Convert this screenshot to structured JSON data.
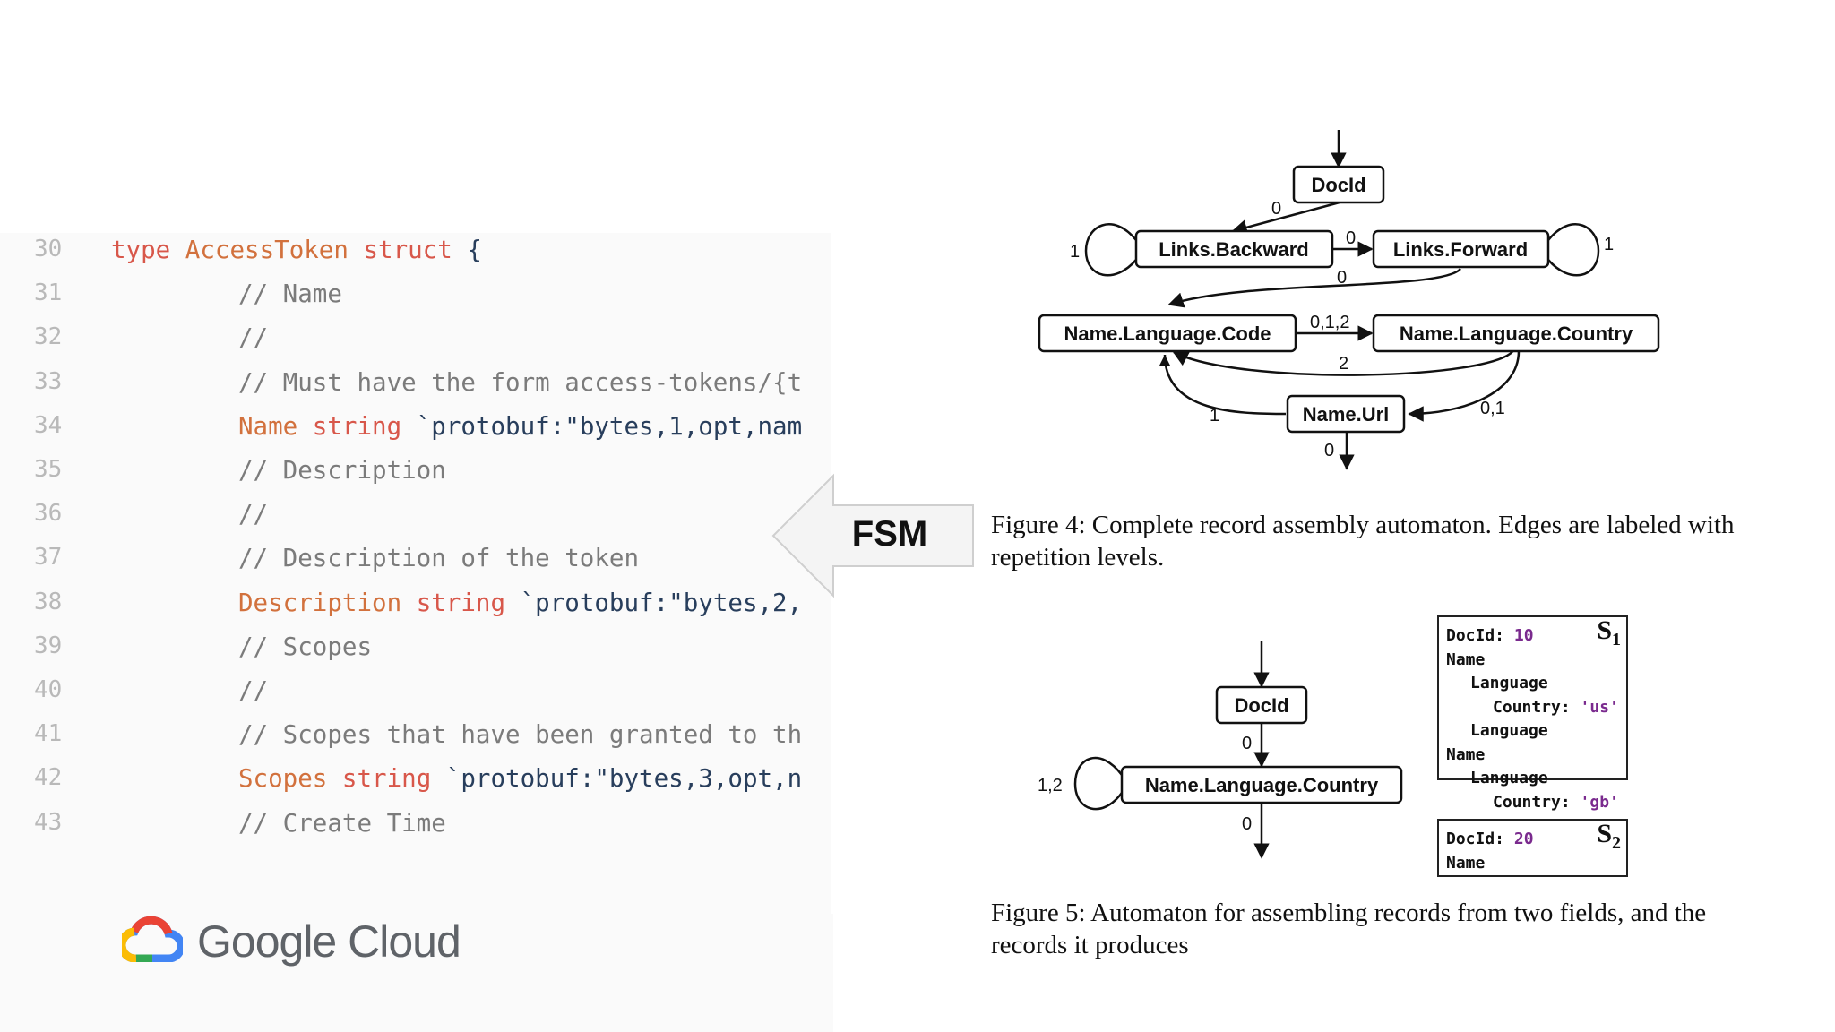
{
  "code": {
    "lines": [
      {
        "num": "30",
        "indent": 0,
        "parts": [
          {
            "c": "kw",
            "t": "type "
          },
          {
            "c": "ty",
            "t": "AccessToken "
          },
          {
            "c": "kw",
            "t": "struct"
          },
          {
            "c": "str",
            "t": " {"
          }
        ]
      },
      {
        "num": "31",
        "indent": 1,
        "parts": [
          {
            "c": "cm",
            "t": "// Name"
          }
        ]
      },
      {
        "num": "32",
        "indent": 1,
        "parts": [
          {
            "c": "cm",
            "t": "//"
          }
        ]
      },
      {
        "num": "33",
        "indent": 1,
        "parts": [
          {
            "c": "cm",
            "t": "// Must have the form access-tokens/{t"
          }
        ]
      },
      {
        "num": "34",
        "indent": 1,
        "parts": [
          {
            "c": "fld",
            "t": "Name "
          },
          {
            "c": "kw",
            "t": "string "
          },
          {
            "c": "str",
            "t": "`protobuf:\"bytes,1,opt,nam"
          }
        ]
      },
      {
        "num": "35",
        "indent": 1,
        "parts": [
          {
            "c": "cm",
            "t": "// Description"
          }
        ]
      },
      {
        "num": "36",
        "indent": 1,
        "parts": [
          {
            "c": "cm",
            "t": "//"
          }
        ]
      },
      {
        "num": "37",
        "indent": 1,
        "parts": [
          {
            "c": "cm",
            "t": "// Description of the token"
          }
        ]
      },
      {
        "num": "38",
        "indent": 1,
        "parts": [
          {
            "c": "fld",
            "t": "Description "
          },
          {
            "c": "kw",
            "t": "string "
          },
          {
            "c": "str",
            "t": "`protobuf:\"bytes,2,"
          }
        ]
      },
      {
        "num": "39",
        "indent": 1,
        "parts": [
          {
            "c": "cm",
            "t": "// Scopes"
          }
        ]
      },
      {
        "num": "40",
        "indent": 1,
        "parts": [
          {
            "c": "cm",
            "t": "//"
          }
        ]
      },
      {
        "num": "41",
        "indent": 1,
        "parts": [
          {
            "c": "cm",
            "t": "// Scopes that have been granted to th"
          }
        ]
      },
      {
        "num": "42",
        "indent": 1,
        "parts": [
          {
            "c": "fld",
            "t": "Scopes "
          },
          {
            "c": "kw",
            "t": "string "
          },
          {
            "c": "str",
            "t": "`protobuf:\"bytes,3,opt,n"
          }
        ]
      },
      {
        "num": "43",
        "indent": 1,
        "parts": [
          {
            "c": "cm",
            "t": "// Create Time"
          }
        ]
      }
    ]
  },
  "logo": {
    "text": "Google Cloud",
    "colors": {
      "blue": "#4285F4",
      "red": "#EA4335",
      "yellow": "#FBBC05",
      "green": "#34A853"
    }
  },
  "arrow": {
    "label": "FSM"
  },
  "figure4": {
    "nodes": {
      "docid": "DocId",
      "links_backward": "Links.Backward",
      "links_forward": "Links.Forward",
      "name_language_code": "Name.Language.Code",
      "name_language_country": "Name.Language.Country",
      "name_url": "Name.Url"
    },
    "edges": {
      "docid_to_backward": "0",
      "backward_self": "1",
      "backward_to_forward": "0",
      "forward_self": "1",
      "forward_to_code": "0",
      "code_to_country": "0,1,2",
      "country_to_code": "2",
      "url_to_code": "1",
      "country_to_url": "0,1",
      "url_exit": "0"
    },
    "caption": "Figure 4: Complete record assembly automaton. Edges are labeled with repetition levels."
  },
  "figure5": {
    "nodes": {
      "docid": "DocId",
      "name_language_country": "Name.Language.Country"
    },
    "edges": {
      "docid_to_country": "0",
      "country_self": "1,2",
      "country_exit": "0"
    },
    "records": {
      "s1": {
        "label": "S",
        "sub": "1",
        "docid_key": "DocId:",
        "docid_val": "10",
        "name1": "Name",
        "lang1": "Language",
        "country_key": "Country:",
        "country_val1": "'us'",
        "lang2": "Language",
        "name2": "Name",
        "lang3": "Language",
        "country_val2": "'gb'"
      },
      "s2": {
        "label": "S",
        "sub": "2",
        "docid_key": "DocId:",
        "docid_val": "20",
        "name1": "Name"
      }
    },
    "caption": "Figure 5: Automaton for assembling records from two fields, and the records it produces"
  }
}
